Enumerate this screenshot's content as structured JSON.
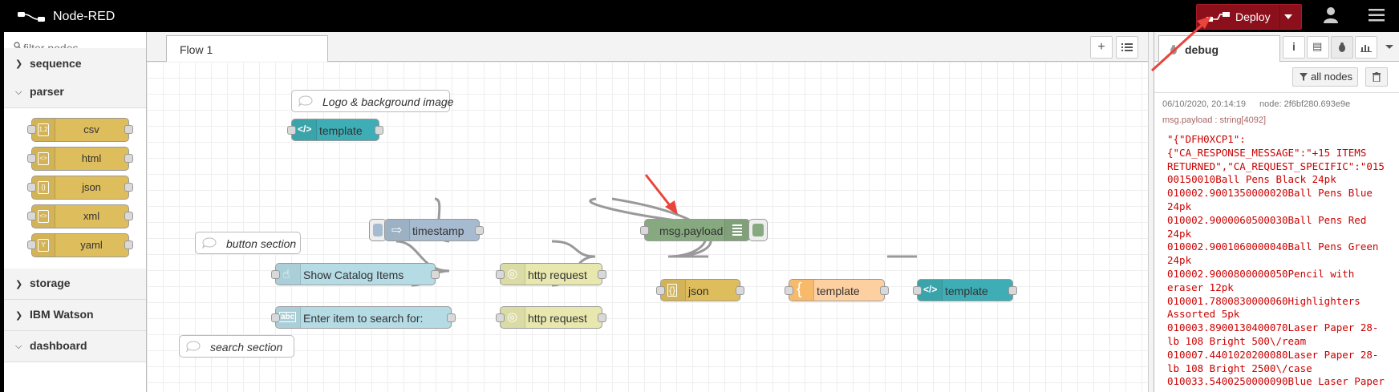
{
  "app": {
    "title": "Node-RED",
    "deploy_label": "Deploy"
  },
  "palette": {
    "filter_placeholder": "filter nodes",
    "categories": [
      {
        "label": "sequence"
      },
      {
        "label": "parser"
      },
      {
        "label": "storage"
      },
      {
        "label": "IBM Watson"
      },
      {
        "label": "dashboard"
      }
    ],
    "parser_nodes": [
      "csv",
      "html",
      "json",
      "xml",
      "yaml"
    ]
  },
  "workspace": {
    "tab_label": "Flow 1",
    "add_icon": "plus-icon",
    "list_icon": "list-icon"
  },
  "flow": {
    "comment_logo": "Logo & background image",
    "template_top": "template",
    "timestamp": "timestamp",
    "msg_payload": "msg.payload",
    "comment_button": "button section",
    "show_catalog": "Show Catalog Items",
    "http_request_1": "http request",
    "json": "json",
    "template_mid": "template",
    "template_right": "template",
    "enter_item": "Enter item to search for:",
    "http_request_2": "http request",
    "comment_search": "search section"
  },
  "sidebar": {
    "tab_label": "debug",
    "filter_label": "all nodes",
    "message": {
      "timestamp": "06/10/2020, 20:14:19",
      "node": "node: 2f6bf280.693e9e",
      "topic": "msg.payload : string[4092]",
      "payload": "\"{\"DFH0XCP1\":\n{\"CA_RESPONSE_MESSAGE\":\"+15 ITEMS\nRETURNED\",\"CA_REQUEST_SPECIFIC\":\"015\n00150010Ball Pens Black 24pk\n010002.9001350000020Ball Pens Blue\n24pk\n010002.9000060500030Ball Pens Red\n24pk\n010002.9001060000040Ball Pens Green\n24pk\n010002.9000800000050Pencil with\neraser 12pk\n010001.7800830000060Highlighters\nAssorted 5pk\n010003.8900130400070Laser Paper 28-\nlb 108 Bright 500\\/ream\n010007.4401020200080Laser Paper 28-\nlb 108 Bright 2500\\/case\n010033.5400250000090Blue Laser Paper"
    }
  },
  "colors": {
    "deploy": "#8c101c",
    "function_node": "#debd5c",
    "template_node": "#3fadb5",
    "debug_node": "#87a980",
    "timestamp_node": "#a6bbcf",
    "http_node": "#e7e7ae",
    "change_template": "#fdd0a2",
    "ui_node": "#b5dbe4",
    "debug_text": "#cc0000"
  }
}
